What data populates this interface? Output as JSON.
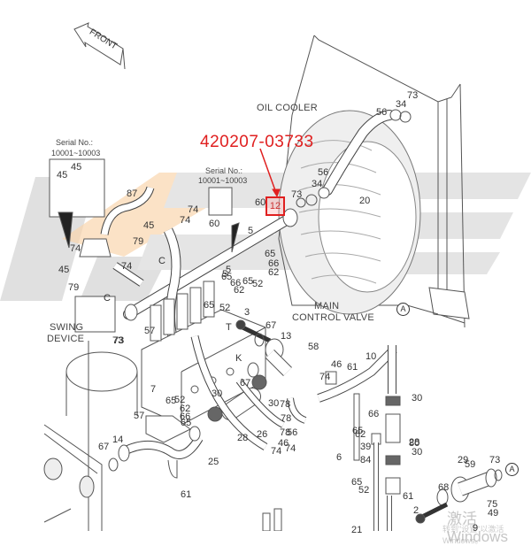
{
  "diagram": {
    "highlight": {
      "part_number": "420207-03733",
      "callout_ref": "12",
      "color": "#e02020"
    },
    "direction_indicator": "FRONT",
    "section_titles": {
      "oil_cooler": "OIL COOLER",
      "main_control_valve_1": "MAIN",
      "main_control_valve_2": "CONTROL VALVE",
      "swing_device_1": "SWING",
      "swing_device_2": "DEVICE"
    },
    "serial_boxes": [
      {
        "title": "Serial No.:",
        "range": "10001~10003"
      },
      {
        "title": "Serial No.:",
        "range": "10001~10003"
      }
    ],
    "reference_marker": "A",
    "watermark": {
      "brand_colors": {
        "gray": "#c8c8c8",
        "orange": "#f4b26b"
      },
      "windows_line1": "激活 Windows",
      "windows_line2": "转到\"设置\"以激活 Windows。"
    },
    "part_labels": [
      "45",
      "45",
      "87",
      "74",
      "45",
      "74",
      "74",
      "79",
      "C",
      "45",
      "74",
      "79",
      "C",
      "73",
      "5",
      "60",
      "60",
      "5",
      "65",
      "66",
      "62",
      "65",
      "52",
      "5",
      "65",
      "66",
      "62",
      "65",
      "52",
      "57",
      "73",
      "3",
      "T",
      "67",
      "13",
      "58",
      "K",
      "67",
      "30",
      "30",
      "78",
      "74",
      "46",
      "61",
      "10",
      "34",
      "56",
      "73",
      "20",
      "56",
      "34",
      "73",
      "65",
      "62",
      "52",
      "66",
      "65",
      "7",
      "57",
      "14",
      "67",
      "61",
      "25",
      "28",
      "26",
      "74",
      "46",
      "78",
      "56",
      "74",
      "78",
      "66",
      "65",
      "62",
      "80",
      "28",
      "39",
      "84",
      "6",
      "65",
      "52",
      "30",
      "30",
      "61",
      "2",
      "21",
      "29",
      "59",
      "73",
      "68",
      "75",
      "49",
      "9"
    ]
  }
}
